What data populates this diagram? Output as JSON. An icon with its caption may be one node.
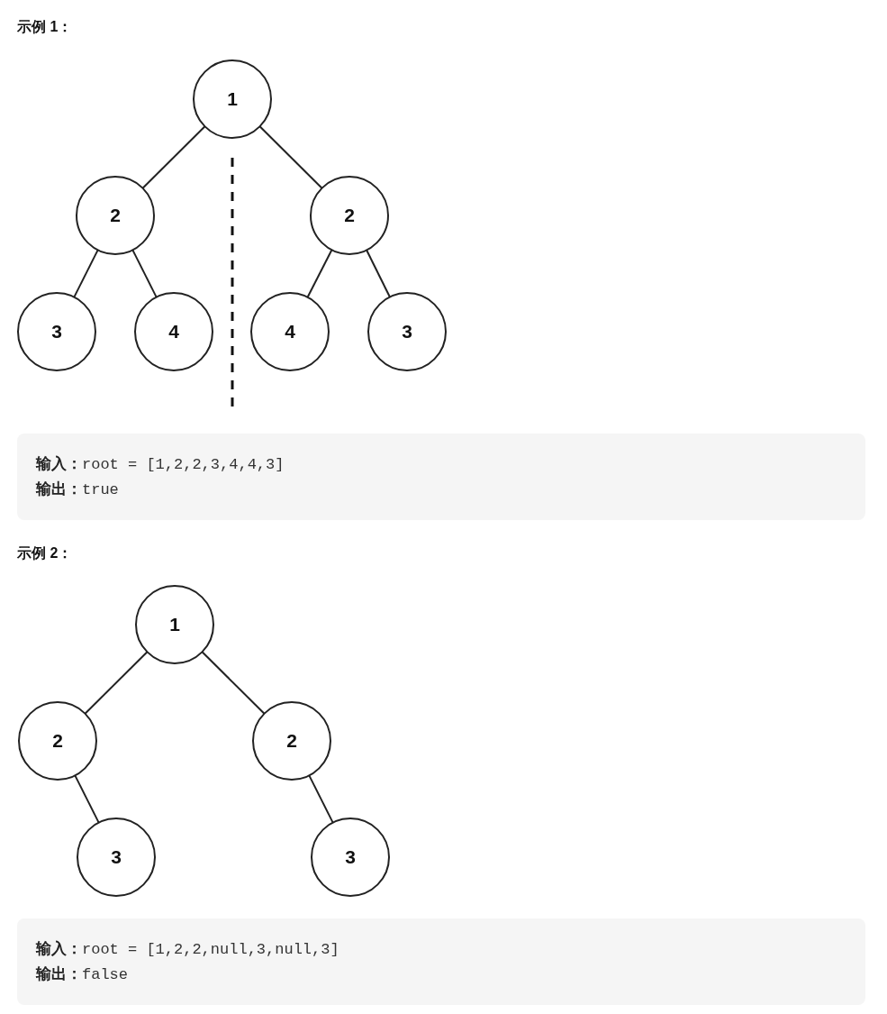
{
  "diagram": {
    "nodes": [
      {
        "text": [
          "1"
        ]
      },
      {
        "text": [
          "2"
        ]
      },
      {
        "text": [
          "2"
        ]
      },
      {
        "text": [
          "3"
        ]
      },
      {
        "text": [
          "4"
        ]
      },
      {
        "text": [
          "4"
        ]
      },
      {
        "text": [
          "3"
        ]
      },
      {
        "text": [
          "**输入：**root = [1,2,2,3,4,4,3]",
          "**输出：**true"
        ]
      },
      {
        "text": [
          "1"
        ]
      },
      {
        "text": [
          "2"
        ]
      },
      {
        "text": [
          "2"
        ]
      },
      {
        "text": [
          "3"
        ]
      },
      {
        "text": [
          "3"
        ]
      },
      {
        "text": [
          "**输入：**root = [1,2,2,null,3,null,3]",
          "**输出：**false"
        ]
      }
    ],
    "edges": [
      {
        "from": 0,
        "to": 1,
        "arrow": "none"
      },
      {
        "from": 0,
        "to": 2,
        "arrow": "none"
      },
      {
        "from": 1,
        "to": 3,
        "arrow": "none"
      },
      {
        "from": 1,
        "to": 4,
        "arrow": "none"
      },
      {
        "from": 2,
        "to": 5,
        "arrow": "none"
      },
      {
        "from": 2,
        "to": 6,
        "arrow": "none"
      },
      {
        "from": 8,
        "to": 9,
        "arrow": "none"
      },
      {
        "from": 8,
        "to": 10,
        "arrow": "none"
      },
      {
        "from": 9,
        "to": 11,
        "arrow": "none"
      },
      {
        "from": 10,
        "to": 12,
        "arrow": "none"
      }
    ],
    "labels": [
      "示例 1：",
      "示例 2："
    ]
  }
}
